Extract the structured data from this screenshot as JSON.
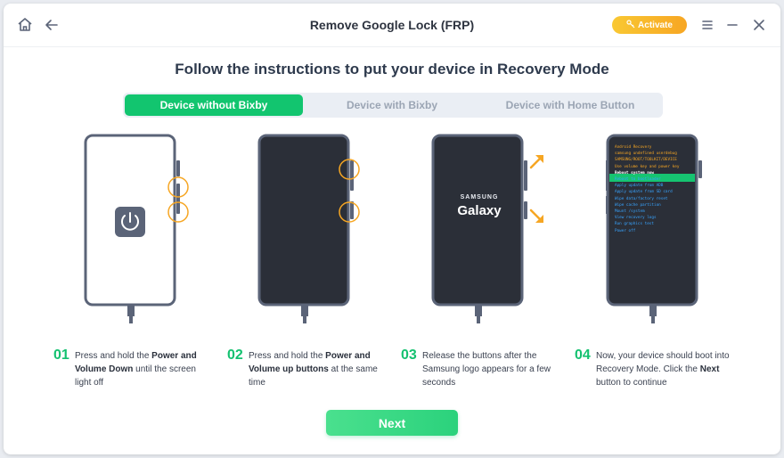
{
  "window": {
    "title": "Remove Google Lock (FRP)",
    "activate_label": "Activate"
  },
  "heading": "Follow the instructions to put your device in Recovery Mode",
  "tabs": [
    {
      "label": "Device without Bixby",
      "active": true
    },
    {
      "label": "Device with Bixby",
      "active": false
    },
    {
      "label": "Device with Home Button",
      "active": false
    }
  ],
  "phones": {
    "samsung_label": "SAMSUNG",
    "galaxy_label": "Galaxy",
    "recovery_lines": [
      "Android Recovery",
      "samsung undefined userdebug",
      "SAMSUNG/ROOT/TOOLKIT/DEVICE",
      "Use volume key and power key",
      "Reboot system now",
      "Reboot to bootloader",
      "Apply update from ADB",
      "Apply update from SD card",
      "Wipe data/factory reset",
      "Wipe cache partition",
      "Mount /system",
      "View recovery logs",
      "Run graphics test",
      "Power off"
    ]
  },
  "steps": [
    {
      "num": "01",
      "parts": [
        "Press and hold the ",
        "Power and Volume Down",
        " until the screen light off"
      ]
    },
    {
      "num": "02",
      "parts": [
        "Press and hold the ",
        "Power and Volume up buttons",
        " at the same time"
      ]
    },
    {
      "num": "03",
      "parts": [
        "Release the buttons after the Samsung logo appears for a few seconds",
        "",
        ""
      ]
    },
    {
      "num": "04",
      "parts": [
        "Now, your device should boot into Recovery Mode. Click the ",
        "Next",
        " button to continue"
      ]
    }
  ],
  "next_label": "Next",
  "colors": {
    "accent": "#14c170",
    "activate": "#f7a623",
    "phone_frame": "#5b6478",
    "highlight": "#f6a623"
  }
}
